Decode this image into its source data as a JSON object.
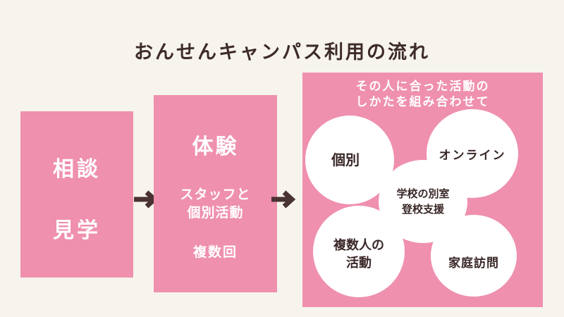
{
  "title": "おんせんキャンパス利用の流れ",
  "step1": {
    "line1": "相談",
    "line2": "見学"
  },
  "step2": {
    "heading": "体験",
    "line1": "スタッフと",
    "line2": "個別活動",
    "line3": "複数回"
  },
  "step3": {
    "heading1": "その人に合った活動の",
    "heading2": "しかたを組み合わせて",
    "activities": [
      {
        "line1": "個別"
      },
      {
        "line1": "オンライン"
      },
      {
        "line1": "学校の別室",
        "line2": "登校支援"
      },
      {
        "line1": "複数人の",
        "line2": "活動"
      },
      {
        "line1": "家庭訪問"
      }
    ]
  },
  "colors": {
    "background": "#f7f4ee",
    "box": "#ef90ae",
    "text_dark": "#3e2b2b",
    "arrow": "#4a3232"
  }
}
